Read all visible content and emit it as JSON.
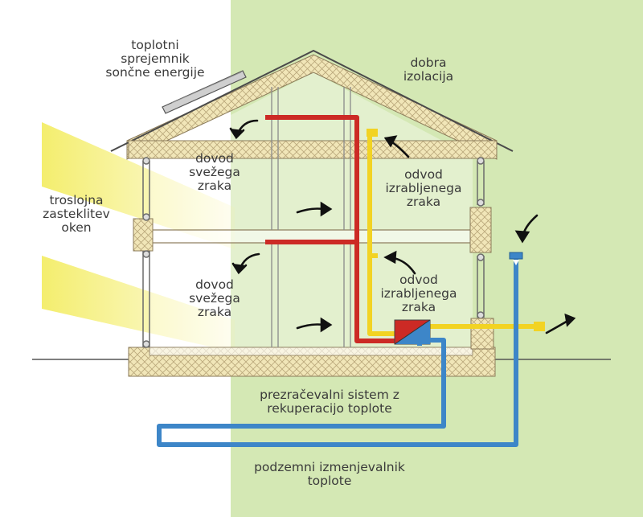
{
  "colors": {
    "background_left": "#ffffff",
    "background_right": "#d4e8b4",
    "sunlight": "#f4ee6e",
    "insulation": "#f1e6b8",
    "fresh_air_duct": "#cc2a25",
    "exhaust_air_duct": "#f2d323",
    "ground_exchanger_pipe": "#3d86c8",
    "text": "#3a3a3a"
  },
  "icons": [
    "solar-collector-icon",
    "airflow-arrow-icon",
    "heat-recovery-unit-icon",
    "air-intake-cap-icon"
  ],
  "labels": {
    "solar_collector": [
      "toplotni",
      "sprejemnik",
      "sončne energije"
    ],
    "good_insulation": [
      "dobra",
      "izolacija"
    ],
    "triple_glazing": [
      "troslojna",
      "zasteklitev",
      "oken"
    ],
    "fresh_air_supply_upper": [
      "dovod",
      "svežega",
      "zraka"
    ],
    "fresh_air_supply_lower": [
      "dovod",
      "svežega",
      "zraka"
    ],
    "exhaust_air_upper": [
      "odvod",
      "izrabljenega",
      "zraka"
    ],
    "exhaust_air_lower": [
      "odvod",
      "izrabljenega",
      "zraka"
    ],
    "ventilation_system": [
      "prezračevalni sistem z",
      "rekuperacijo toplote"
    ],
    "ground_heat_exchanger": [
      "podzemni izmenjevalnik",
      "toplote"
    ]
  }
}
